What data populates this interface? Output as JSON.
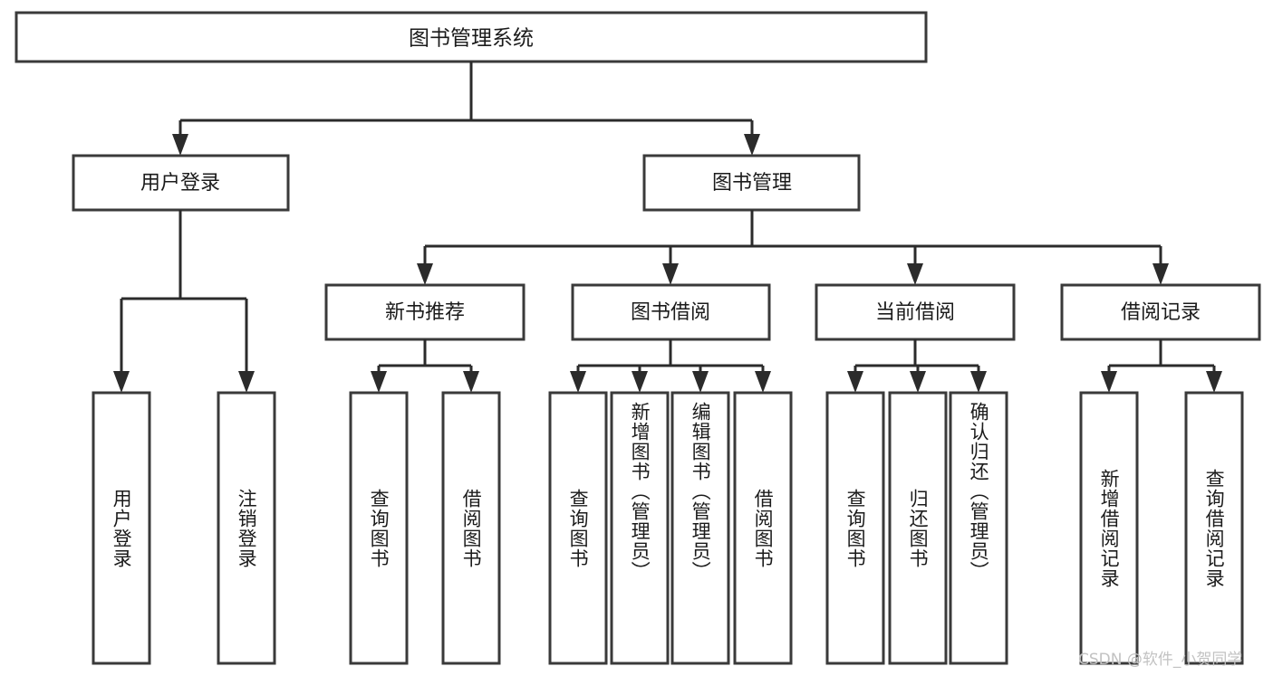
{
  "diagram": {
    "type": "tree",
    "title": "图书管理系统",
    "root": {
      "label": "图书管理系统"
    },
    "level2": [
      {
        "label": "用户登录"
      },
      {
        "label": "图书管理"
      }
    ],
    "level3": [
      {
        "label": "新书推荐"
      },
      {
        "label": "图书借阅"
      },
      {
        "label": "当前借阅"
      },
      {
        "label": "借阅记录"
      }
    ],
    "leaves": {
      "user_login": [
        {
          "label": "用户登录"
        },
        {
          "label": "注销登录"
        }
      ],
      "new_book": [
        {
          "label": "查询图书"
        },
        {
          "label": "借阅图书"
        }
      ],
      "book_borrow": [
        {
          "label": "查询图书"
        },
        {
          "label": "新增图书（管理员）"
        },
        {
          "label": "编辑图书（管理员）"
        },
        {
          "label": "借阅图书"
        }
      ],
      "current_borrow": [
        {
          "label": "查询图书"
        },
        {
          "label": "归还图书"
        },
        {
          "label": "确认归还（管理员）"
        }
      ],
      "borrow_record": [
        {
          "label": "新增借阅记录"
        },
        {
          "label": "查询借阅记录"
        }
      ]
    }
  },
  "watermark": {
    "text": "CSDN @软件_小贺同学"
  },
  "colors": {
    "box_border": "#3a3a3a",
    "connector": "#2b2b2b",
    "text": "#1b1b1b",
    "background": "#ffffff",
    "watermark": "#c2c2c2"
  }
}
